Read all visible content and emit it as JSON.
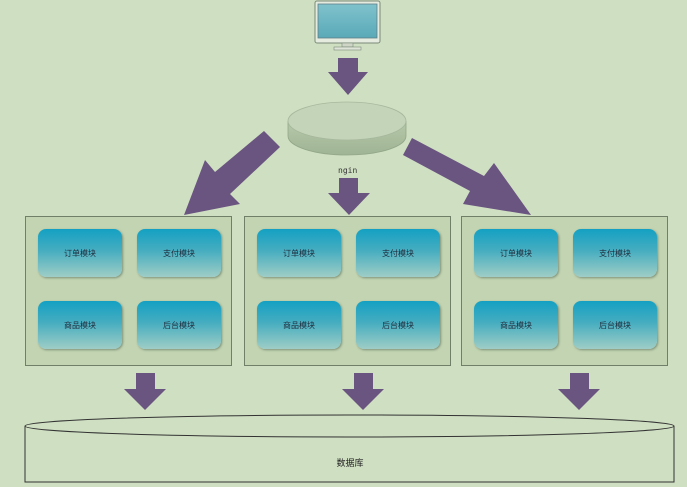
{
  "gateway": {
    "label": "ngin"
  },
  "servers": [
    {
      "modules": [
        "订单模块",
        "支付模块",
        "商品模块",
        "后台模块"
      ]
    },
    {
      "modules": [
        "订单模块",
        "支付模块",
        "商品模块",
        "后台模块"
      ]
    },
    {
      "modules": [
        "订单模块",
        "支付模块",
        "商品模块",
        "后台模块"
      ]
    }
  ],
  "database": {
    "label": "数据库"
  },
  "colors": {
    "background": "#cfdfc2",
    "arrow": "#6a5480",
    "module_top": "#14a0c3",
    "module_bottom": "#9fcdc6",
    "server_box": "#c2d4b2"
  }
}
